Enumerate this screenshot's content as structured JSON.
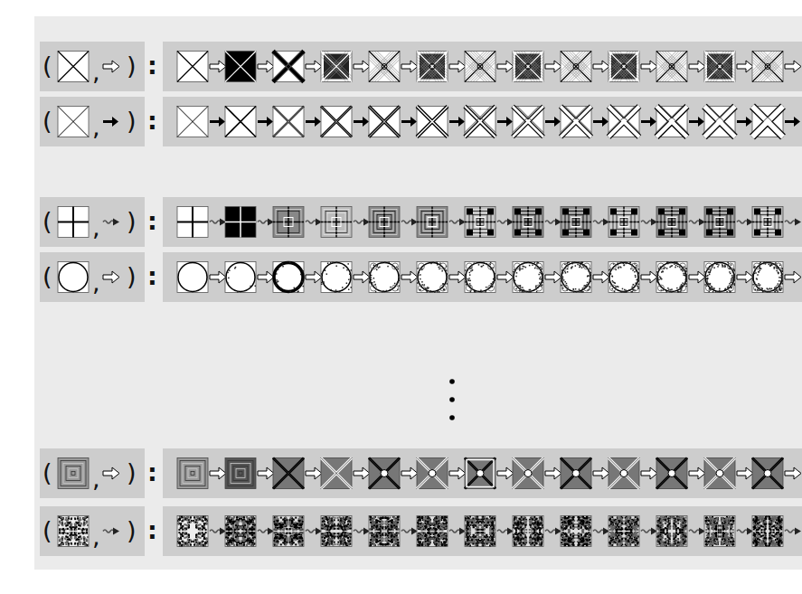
{
  "diagram": {
    "nodes": [
      {
        "text": [
          "(",
          ",",
          ")"
        ]
      },
      {
        "text": [
          "(",
          ",",
          ")"
        ]
      },
      {
        "text": [
          "(",
          ",",
          ")"
        ]
      },
      {
        "text": [
          "(",
          ",",
          ")"
        ]
      },
      {
        "text": [
          "(",
          ",",
          ")"
        ]
      },
      {
        "text": [
          "(",
          ",",
          ")"
        ]
      }
    ],
    "labels": [
      ":",
      ":",
      ":",
      ":",
      ":",
      ":"
    ]
  }
}
